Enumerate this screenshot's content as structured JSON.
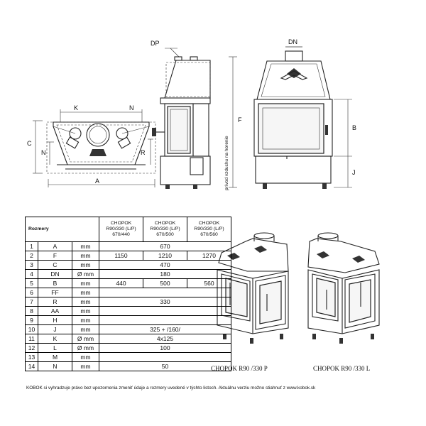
{
  "labels": {
    "dp": "DP",
    "dn": "DN",
    "k": "K",
    "n_top": "N",
    "c": "C",
    "n_side": "N",
    "r": "R",
    "a": "A",
    "f": "F",
    "b": "B",
    "j": "J",
    "vertical_note": "prívod vzduchu na horenie"
  },
  "table": {
    "title": "Rozmery",
    "models": [
      [
        "CHOPOK",
        "R90/330 (L/P)",
        "670/440"
      ],
      [
        "CHOPOK",
        "R90/330 (L/P)",
        "670/500"
      ],
      [
        "CHOPOK",
        "R90/330 (L/P)",
        "670/560"
      ]
    ],
    "rows": [
      {
        "n": "1",
        "sym": "A",
        "unit": "mm",
        "v": [
          "670"
        ],
        "merged": true
      },
      {
        "n": "2",
        "sym": "F",
        "unit": "mm",
        "v": [
          "1150",
          "1210",
          "1270"
        ],
        "merged": false
      },
      {
        "n": "3",
        "sym": "C",
        "unit": "mm",
        "v": [
          "470"
        ],
        "merged": true
      },
      {
        "n": "4",
        "sym": "DN",
        "unit": "Ø mm",
        "v": [
          "180"
        ],
        "merged": true
      },
      {
        "n": "5",
        "sym": "B",
        "unit": "mm",
        "v": [
          "440",
          "500",
          "560"
        ],
        "merged": false
      },
      {
        "n": "6",
        "sym": "FF",
        "unit": "mm",
        "v": [
          ""
        ],
        "merged": true
      },
      {
        "n": "7",
        "sym": "R",
        "unit": "mm",
        "v": [
          "330"
        ],
        "merged": true
      },
      {
        "n": "8",
        "sym": "AA",
        "unit": "mm",
        "v": [
          ""
        ],
        "merged": true
      },
      {
        "n": "9",
        "sym": "H",
        "unit": "mm",
        "v": [
          ""
        ],
        "merged": true
      },
      {
        "n": "10",
        "sym": "J",
        "unit": "mm",
        "v": [
          "325 + /160/"
        ],
        "merged": true
      },
      {
        "n": "11",
        "sym": "K",
        "unit": "Ø mm",
        "v": [
          "4x125"
        ],
        "merged": true
      },
      {
        "n": "12",
        "sym": "L",
        "unit": "Ø mm",
        "v": [
          "100"
        ],
        "merged": true
      },
      {
        "n": "13",
        "sym": "M",
        "unit": "mm",
        "v": [
          ""
        ],
        "merged": true
      },
      {
        "n": "14",
        "sym": "N",
        "unit": "mm",
        "v": [
          "50"
        ],
        "merged": true
      }
    ]
  },
  "captions": {
    "p": "CHOPOK   R90 /330 P",
    "l": "CHOPOK   R90 /330 L"
  },
  "footer": "KOBOK si vyhradzuje právo bez upozornenia zmeniť údaje a rozmery uvedené v týchto listoch. Aktuálnu verziu možno stiahnuť z www.kobok.sk"
}
